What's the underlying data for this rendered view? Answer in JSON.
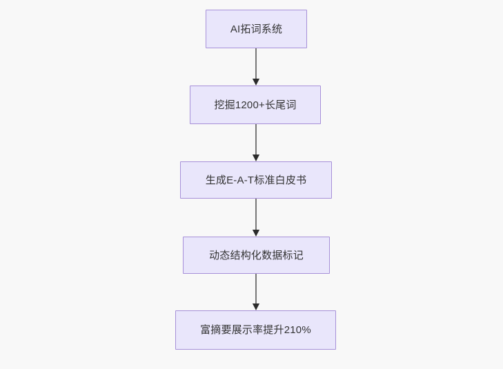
{
  "diagram": {
    "type": "flowchart",
    "orientation": "top-to-bottom",
    "background_color": "#f8f8f8",
    "node_fill_color": "#e9e6fb",
    "node_border_color": "#a68fd8",
    "node_text_color": "#333333",
    "edge_line_color": "#777777",
    "edge_arrowhead_color": "#2b2b2b",
    "nodes": [
      {
        "id": "n1",
        "label": "AI拓词系统"
      },
      {
        "id": "n2",
        "label": "挖掘1200+长尾词"
      },
      {
        "id": "n3",
        "label": "生成E-A-T标准白皮书"
      },
      {
        "id": "n4",
        "label": "动态结构化数据标记"
      },
      {
        "id": "n5",
        "label": "富摘要展示率提升210%"
      }
    ],
    "edges": [
      {
        "from": "n1",
        "to": "n2",
        "label": ""
      },
      {
        "from": "n2",
        "to": "n3",
        "label": ""
      },
      {
        "from": "n3",
        "to": "n4",
        "label": ""
      },
      {
        "from": "n4",
        "to": "n5",
        "label": ""
      }
    ]
  }
}
